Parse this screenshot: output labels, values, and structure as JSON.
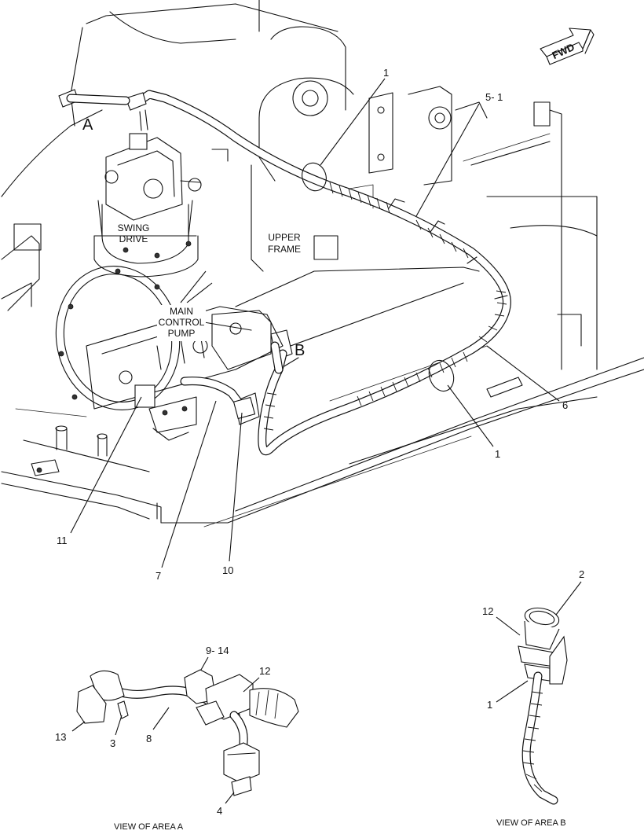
{
  "fwd_label": "FWD",
  "area_letters": {
    "a": "A",
    "b": "B"
  },
  "component_labels": {
    "swing_drive": [
      "SWING",
      "DRIVE"
    ],
    "upper_frame": [
      "UPPER",
      "FRAME"
    ],
    "main_control_pump": [
      "MAIN",
      "CONTROL",
      "PUMP"
    ]
  },
  "callouts": {
    "main": [
      "1",
      "5- 1",
      "6",
      "1",
      "11",
      "7",
      "10"
    ],
    "view_a": [
      "9- 14",
      "12",
      "13",
      "3",
      "8",
      "4"
    ],
    "view_b": [
      "2",
      "12",
      "1"
    ]
  },
  "view_titles": {
    "view_a": "VIEW OF AREA A",
    "view_b": "VIEW OF AREA B"
  }
}
